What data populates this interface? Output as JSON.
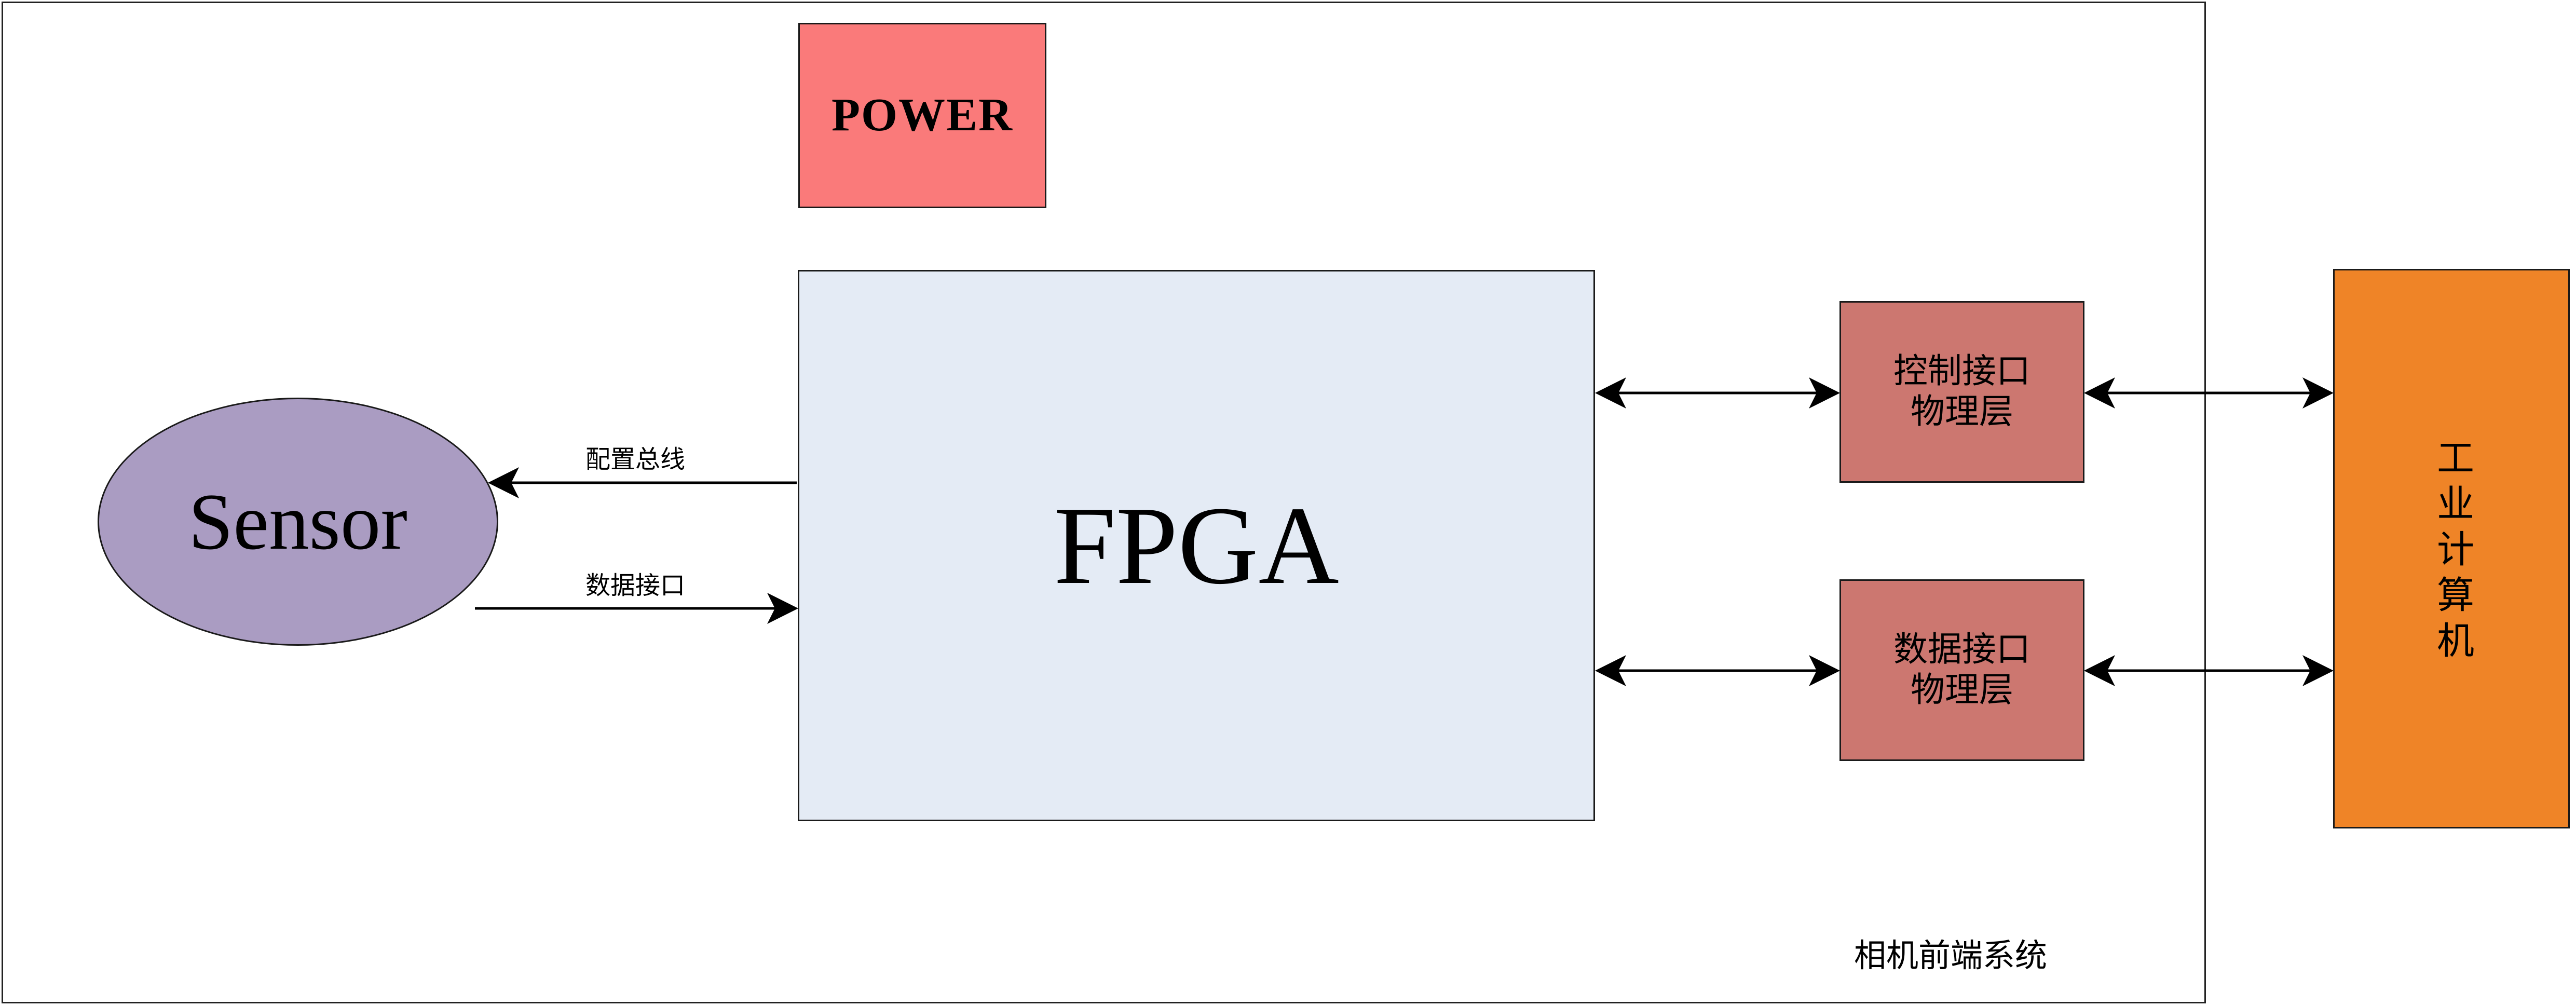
{
  "diagram": {
    "title_caption": "相机前端系统",
    "colors": {
      "power_fill": "#FA7A7A",
      "fpga_fill": "#E4EBF5",
      "sensor_fill": "#AA9CC2",
      "phy_fill": "#CC7770",
      "computer_fill": "#EF8427",
      "stroke": "#1A1A1A",
      "background": "#FFFFFF"
    }
  },
  "nodes": {
    "power": {
      "label": "POWER"
    },
    "fpga": {
      "label": "FPGA"
    },
    "sensor": {
      "label": "Sensor"
    },
    "phy_control": {
      "line1": "控制接口",
      "line2": "物理层"
    },
    "phy_data": {
      "line1": "数据接口",
      "line2": "物理层"
    },
    "industrial_computer": {
      "label": "工业计算机"
    }
  },
  "edges": {
    "config_bus": {
      "label": "配置总线",
      "direction": "fpga-to-sensor"
    },
    "data_interface": {
      "label": "数据接口",
      "direction": "sensor-to-fpga"
    },
    "fpga_to_phy_control": {
      "label": "",
      "direction": "bidirectional"
    },
    "fpga_to_phy_data": {
      "label": "",
      "direction": "bidirectional"
    },
    "phy_control_to_computer": {
      "label": "",
      "direction": "bidirectional"
    },
    "phy_data_to_computer": {
      "label": "",
      "direction": "bidirectional"
    }
  }
}
